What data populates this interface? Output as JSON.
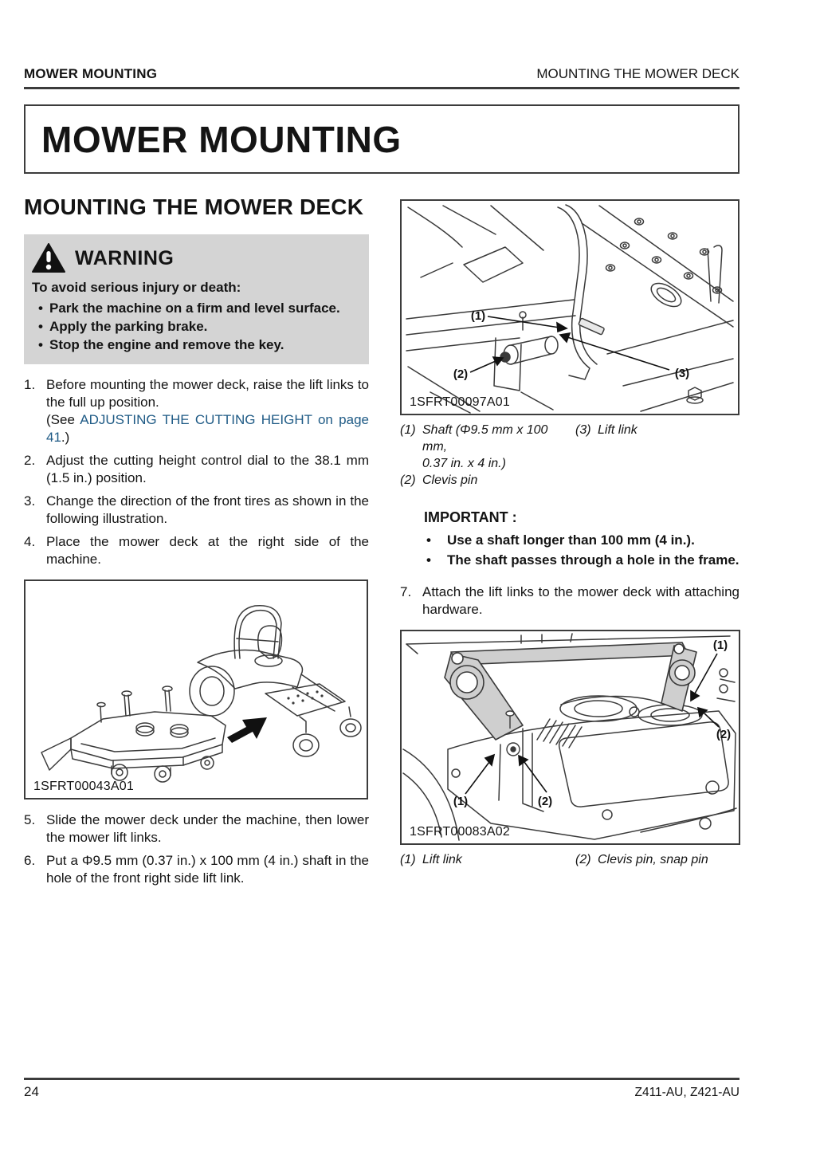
{
  "colors": {
    "link_blue": "#1e5a85",
    "warning_gray": "#d4d4d4",
    "rule_dark": "#3c3c3c"
  },
  "chars": {
    "bullet": "•"
  },
  "header": {
    "left": "MOWER MOUNTING",
    "right": "MOUNTING THE MOWER DECK"
  },
  "title": "MOWER MOUNTING",
  "section_heading": "MOUNTING THE MOWER DECK",
  "warning": {
    "label": "WARNING",
    "intro": "To avoid serious injury or death:",
    "bullets": [
      "Park the machine on a firm and level surface.",
      "Apply the parking brake.",
      "Stop the engine and remove the key."
    ]
  },
  "steps": [
    {
      "num": "1.",
      "text": "Before mounting the mower deck, raise the lift links to the full up position.",
      "see_prefix": "(See ",
      "see_link": "ADJUSTING THE CUTTING HEIGHT on page 41",
      "see_suffix": ".)"
    },
    {
      "num": "2.",
      "text": "Adjust the cutting height control dial to the 38.1 mm (1.5 in.) position."
    },
    {
      "num": "3.",
      "text": "Change the direction of the front tires as shown in the following illustration."
    },
    {
      "num": "4.",
      "text": "Place the mower deck at the right side of the machine."
    },
    {
      "num": "5.",
      "text": "Slide the mower deck under the machine, then lower the mower lift links."
    },
    {
      "num": "6.",
      "text": "Put a Φ9.5 mm (0.37 in.) x 100 mm (4 in.) shaft in the hole of the front right side lift link."
    },
    {
      "num": "7.",
      "text": "Attach the lift links to the mower deck with attaching hardware."
    }
  ],
  "important": {
    "label": "IMPORTANT :",
    "bullets": [
      "Use a shaft longer than 100 mm (4 in.).",
      "The shaft passes through a hole in the frame."
    ]
  },
  "figures": {
    "machine": {
      "caption": "1SFRT00043A01"
    },
    "shaft": {
      "caption": "1SFRT00097A01",
      "label1": "(1)",
      "label2": "(2)",
      "label3": "(3)"
    },
    "liftlink": {
      "caption": "1SFRT00083A02",
      "label1": "(1)",
      "label2": "(2)"
    }
  },
  "legend_shaft": {
    "i1_num": "(1)",
    "i1_line1": "Shaft (Φ9.5 mm x 100 mm,",
    "i1_line2": "0.37 in. x 4 in.)",
    "i2_num": "(2)",
    "i2_text": "Clevis pin",
    "i3_num": "(3)",
    "i3_text": "Lift link"
  },
  "legend_liftlink": {
    "i1_num": "(1)",
    "i1_text": "Lift link",
    "i2_num": "(2)",
    "i2_text": "Clevis pin, snap pin"
  },
  "footer": {
    "page_number": "24",
    "models": "Z411-AU, Z421-AU"
  }
}
